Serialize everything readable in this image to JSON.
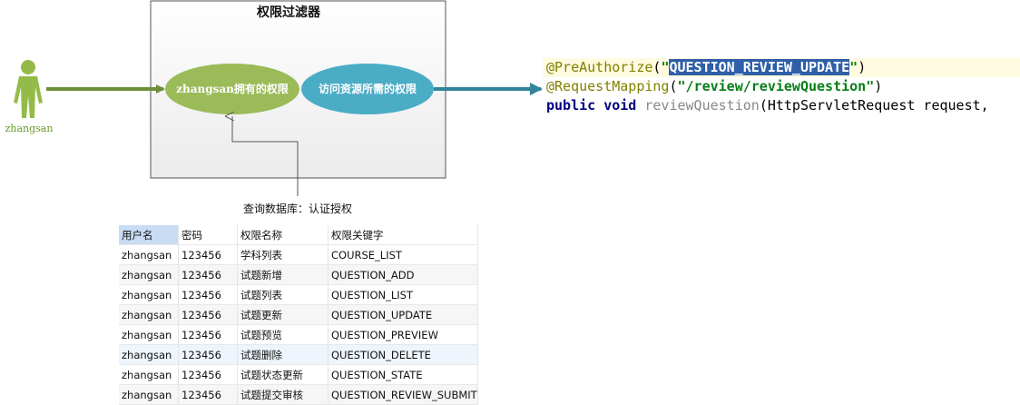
{
  "filter_box": {
    "title": "权限过滤器"
  },
  "actor": {
    "label": "zhangsan"
  },
  "ellipses": {
    "owned": "zhangsan拥有的权限",
    "required": "访问资源所需的权限"
  },
  "query_label": "查询数据库：认证授权",
  "colors": {
    "actor": "#94bb4a",
    "owned_ellipse": "#9bbb59",
    "required_ellipse": "#4bacc6",
    "arrow_left": "#6f8e3a",
    "arrow_right": "#31849b"
  },
  "table": {
    "headers": [
      "用户名",
      "密码",
      "权限名称",
      "权限关键字"
    ],
    "rows": [
      [
        "zhangsan",
        "123456",
        "学科列表",
        "COURSE_LIST"
      ],
      [
        "zhangsan",
        "123456",
        "试题新增",
        "QUESTION_ADD"
      ],
      [
        "zhangsan",
        "123456",
        "试题列表",
        "QUESTION_LIST"
      ],
      [
        "zhangsan",
        "123456",
        "试题更新",
        "QUESTION_UPDATE"
      ],
      [
        "zhangsan",
        "123456",
        "试题预览",
        "QUESTION_PREVIEW"
      ],
      [
        "zhangsan",
        "123456",
        "试题删除",
        "QUESTION_DELETE"
      ],
      [
        "zhangsan",
        "123456",
        "试题状态更新",
        "QUESTION_STATE"
      ],
      [
        "zhangsan",
        "123456",
        "试题提交审核",
        "QUESTION_REVIEW_SUBMIT"
      ]
    ]
  },
  "code": {
    "line1": {
      "annotation": "@PreAuthorize",
      "open": "(",
      "q1": "\"",
      "selected": "QUESTION_REVIEW_UPDATE",
      "q2": "\"",
      "close": ")"
    },
    "line2": {
      "annotation": "@RequestMapping",
      "open": "(",
      "string": "\"/review/reviewQuestion\"",
      "close": ")"
    },
    "line3": {
      "kw1": "public",
      "kw2": "void",
      "method": "reviewQuestion",
      "rest": "(HttpServletRequest request,"
    }
  }
}
